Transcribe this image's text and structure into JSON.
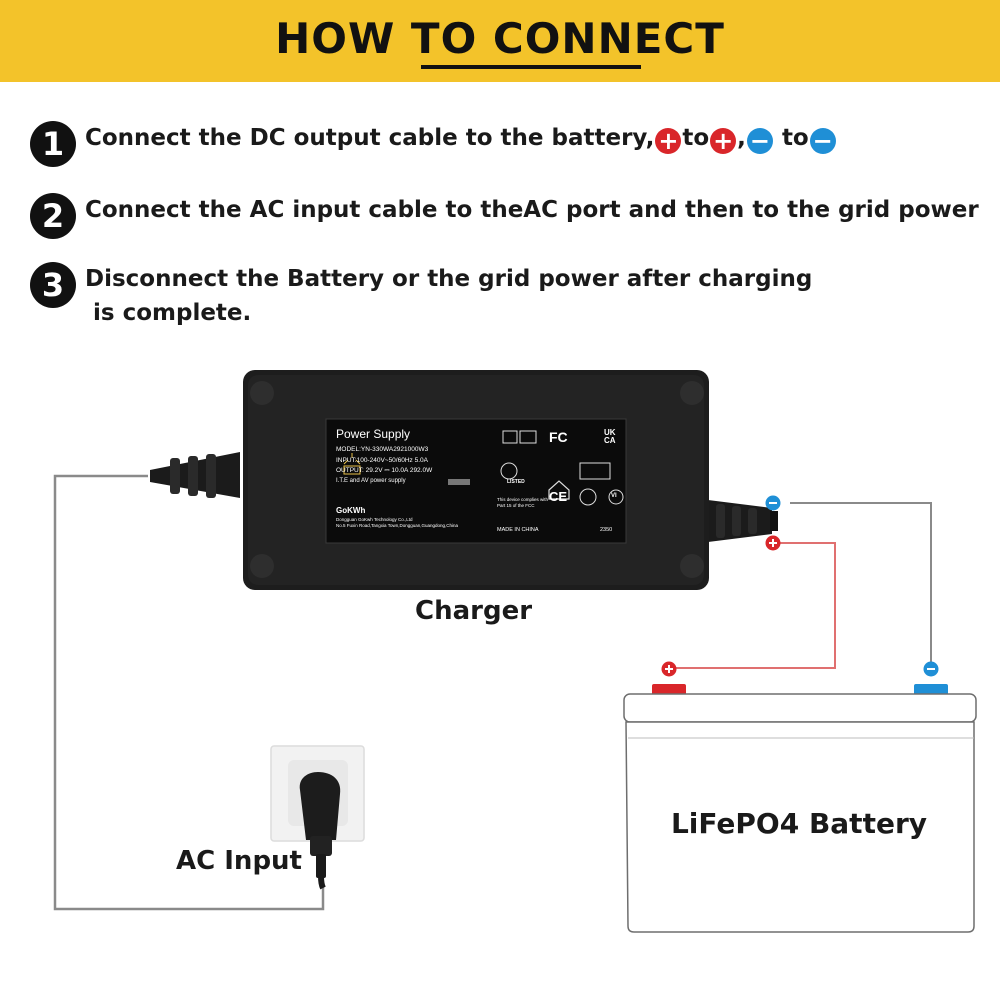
{
  "banner": {
    "title": "HOW TO CONNECT"
  },
  "steps": [
    {
      "number": "1",
      "text_a": "Connect the DC output cable to the battery,",
      "to1": "to",
      "comma": ",",
      "to2": "to"
    },
    {
      "number": "2",
      "text": "Connect the AC input cable to theAC port and then to the grid power"
    },
    {
      "number": "3",
      "line1": "Disconnect the Battery or the grid power after charging",
      "line2": "is complete."
    }
  ],
  "symbols": {
    "plus": "+",
    "minus": "−"
  },
  "labels": {
    "charger": "Charger",
    "ac_input": "AC Input",
    "battery": "LiFePO4 Battery"
  },
  "charger_sticker": {
    "title": "Power Supply",
    "model": "MODEL:YN-330WA2921000W3",
    "input": "INPUT:100-240V~50/60Hz 5.0A",
    "output": "OUTPUT: 29.2V ⎓ 10.0A  292.0W",
    "ite": "I.T.E and AV power supply",
    "brand": "GoKWh",
    "company": "Dongguan GoKwh Technology Co.,Ltd",
    "address": "No.5 Fuxin Road,Tangxia Town,Dongguan,Guangdong,China",
    "fcc": "This device complies with Part 15 of the FCC",
    "made_in": "MADE IN CHINA",
    "code": "2350",
    "listed": "LISTED",
    "marks": {
      "fc": "FC",
      "ukca": "UK CA",
      "ce": "CE",
      "vi": "VI"
    }
  },
  "colors": {
    "banner": "#f3c32a",
    "positive": "#d9262a",
    "negative": "#1f8fd6",
    "wire_positive": "#e07070",
    "wire_negative": "#8a8a8a"
  }
}
